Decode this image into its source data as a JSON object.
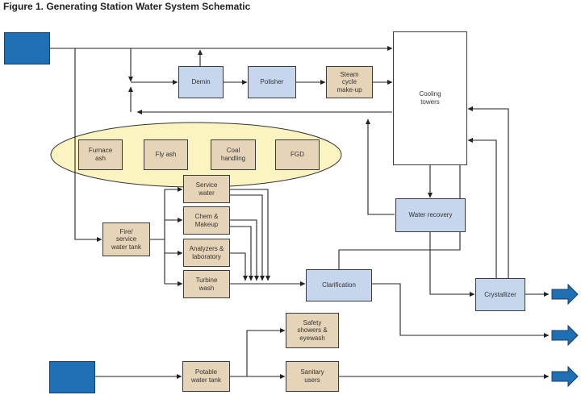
{
  "title": "Figure 1. Generating Station Water System Schematic",
  "nodes": {
    "demin": "Demin",
    "polisher": "Polisher",
    "steam": "Steam\ncycle\nmake-up",
    "cooling": "Cooling\ntowers",
    "furnace": "Furnace\nash",
    "flyash": "Fly ash",
    "coal": "Coal\nhandling",
    "fgd": "FGD",
    "service": "Service\nwater",
    "chem": "Chem &\nMakeup",
    "analyzers": "Analyzers &\nlaboratory",
    "turbine": "Turbine\nwash",
    "firetank": "Fire/\nservice\nwater tank",
    "waterrec": "Water recovery",
    "clarif": "Clarification",
    "crystal": "Crystallizer",
    "safety": "Safety\nshowers &\neyewash",
    "potable": "Potable\nwater tank",
    "sanitary": "Sanitary\nusers"
  },
  "colors": {
    "process_box": "#c6d6ec",
    "plant_box": "#e6d4b8",
    "ellipse": "#fbf3c0",
    "source": "#1f6fb4",
    "line": "#222222"
  }
}
